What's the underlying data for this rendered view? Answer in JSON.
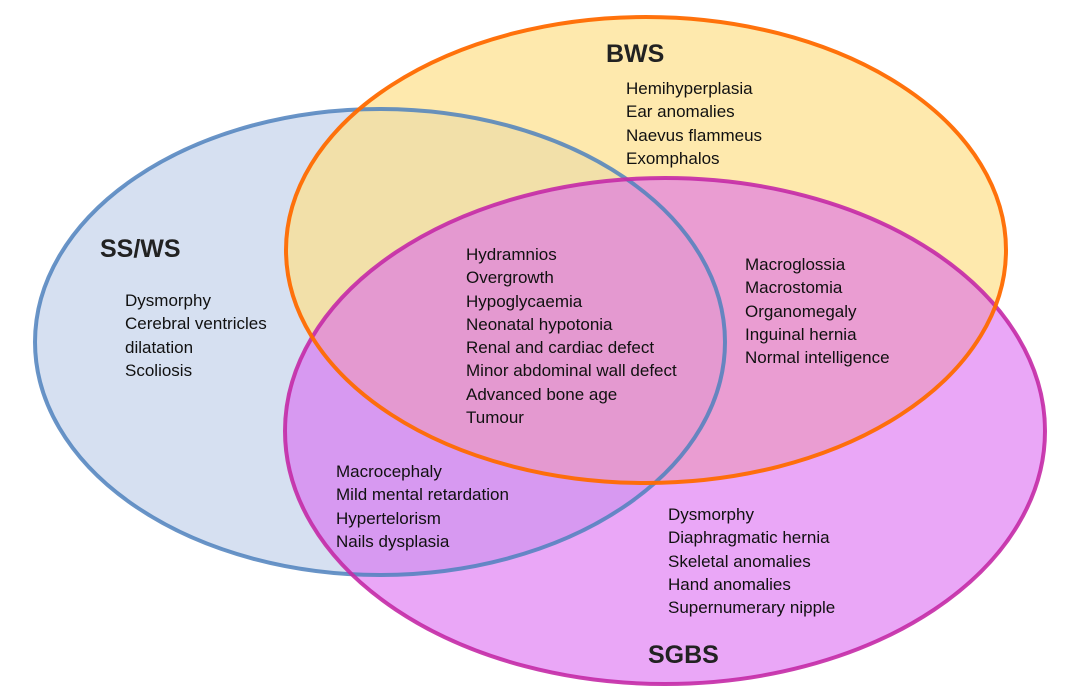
{
  "sets": {
    "ssws": {
      "title": "SS/WS",
      "fill": "#d7e1f0",
      "stroke": "#4f81bd"
    },
    "bws": {
      "title": "BWS",
      "fill": "#fde9a5",
      "stroke": "#ff6a00"
    },
    "sgbs": {
      "title": "SGBS",
      "fill": "#e59ef2",
      "stroke": "#c42aa6"
    }
  },
  "regions": {
    "ssws_only": [
      "Dysmorphy",
      "Cerebral ventricles",
      "dilatation",
      "Scoliosis"
    ],
    "bws_only": [
      "Hemihyperplasia",
      "Ear anomalies",
      "Naevus flammeus",
      "Exomphalos"
    ],
    "all_three": [
      "Hydramnios",
      "Overgrowth",
      "Hypoglycaemia",
      "Neonatal hypotonia",
      "Renal and cardiac defect",
      "Minor abdominal wall defect",
      "Advanced bone age",
      "Tumour"
    ],
    "bws_sgbs": [
      "Macroglossia",
      "Macrostomia",
      "Organomegaly",
      "Inguinal hernia",
      "Normal intelligence"
    ],
    "ssws_sgbs": [
      "Macrocephaly",
      "Mild mental retardation",
      "Hypertelorism",
      "Nails dysplasia"
    ],
    "sgbs_only": [
      "Dysmorphy",
      "Diaphragmatic hernia",
      "Skeletal anomalies",
      "Hand anomalies",
      "Supernumerary nipple"
    ]
  }
}
